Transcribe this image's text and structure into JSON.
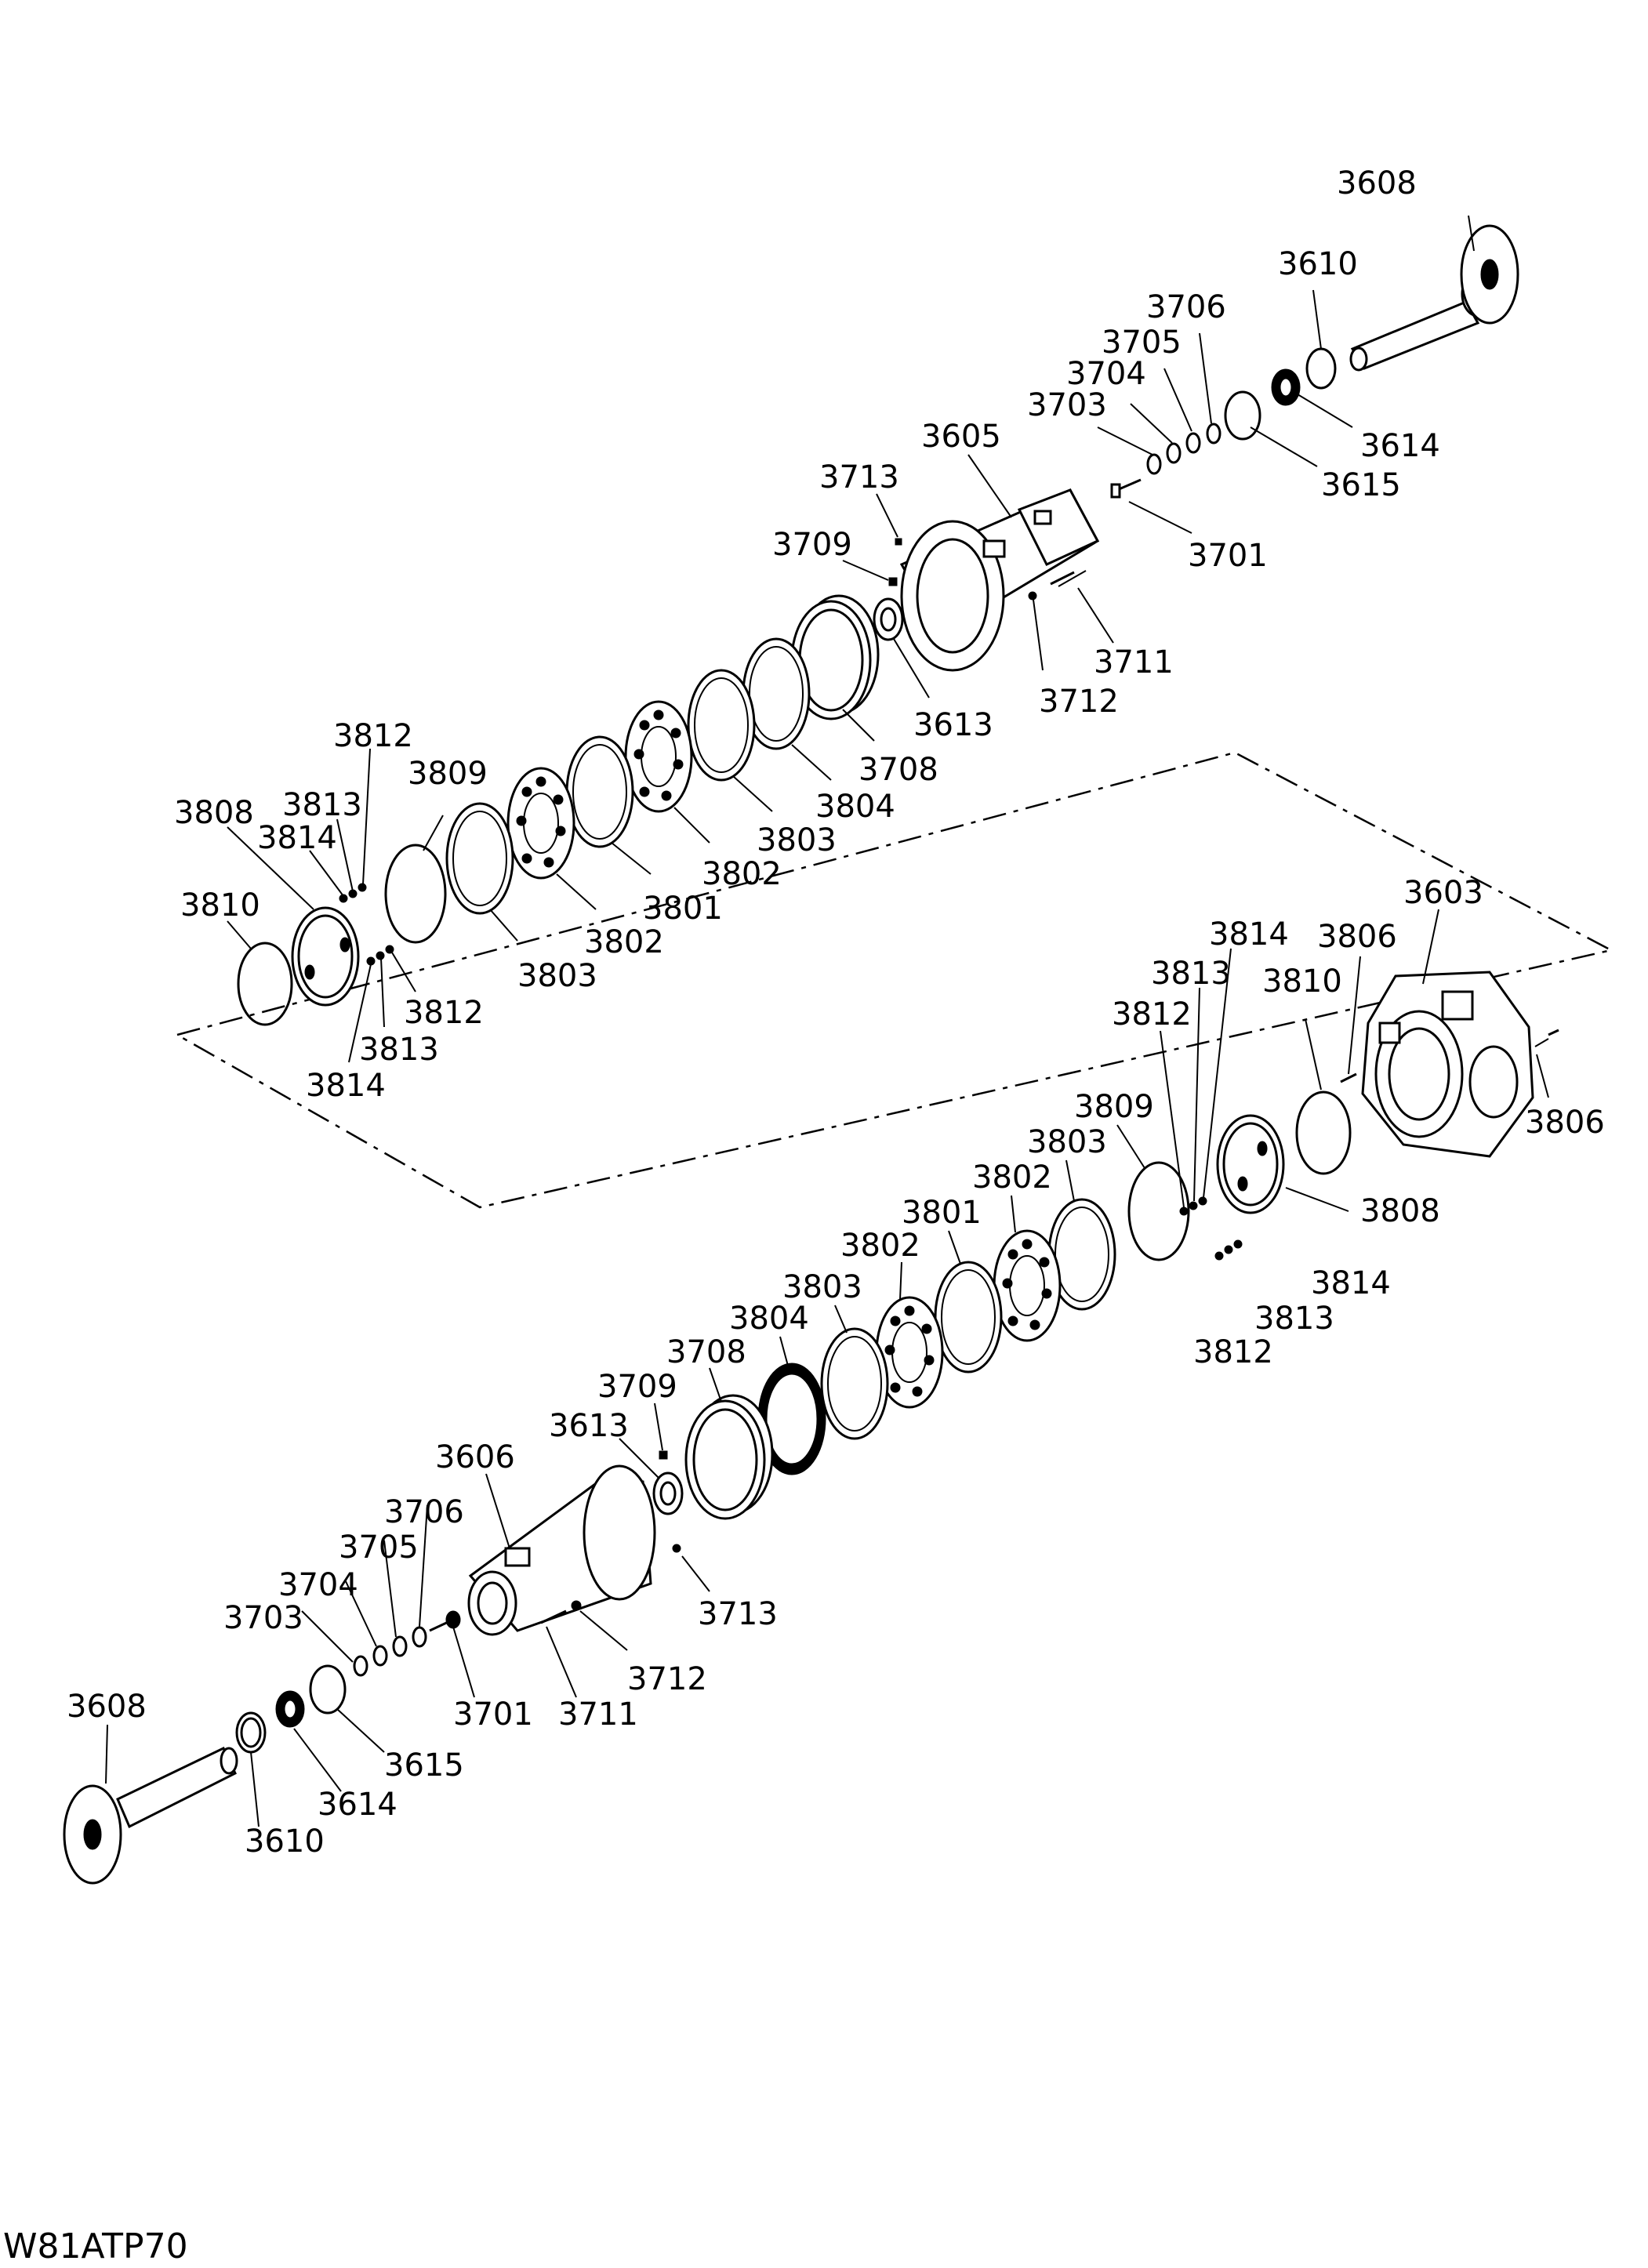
{
  "drawing_code": "W81ATP70",
  "upper_assembly_labels": {
    "p3608": "3608",
    "p3610": "3610",
    "p3706": "3706",
    "p3705": "3705",
    "p3704": "3704",
    "p3703": "3703",
    "p3614": "3614",
    "p3615": "3615",
    "p3605": "3605",
    "p3713": "3713",
    "p3701": "3701",
    "p3709": "3709",
    "p3711": "3711",
    "p3712": "3712",
    "p3613": "3613",
    "p3708": "3708",
    "p3804": "3804",
    "p3803a": "3803",
    "p3802a": "3802",
    "p3801": "3801",
    "p3802b": "3802",
    "p3803b": "3803",
    "p3809": "3809",
    "p3812a": "3812",
    "p3813a": "3813",
    "p3808": "3808",
    "p3814a": "3814",
    "p3810": "3810",
    "p3812b": "3812",
    "p3813b": "3813",
    "p3814b": "3814"
  },
  "lower_assembly_labels": {
    "p3603": "3603",
    "p3806a": "3806",
    "p3814a": "3814",
    "p3813a": "3813",
    "p3810": "3810",
    "p3812a": "3812",
    "p3806b": "3806",
    "p3809": "3809",
    "p3808": "3808",
    "p3803a": "3803",
    "p3802a": "3802",
    "p3801": "3801",
    "p3814b": "3814",
    "p3802b": "3802",
    "p3813b": "3813",
    "p3803b": "3803",
    "p3812b": "3812",
    "p3804": "3804",
    "p3708": "3708",
    "p3709": "3709",
    "p3613": "3613",
    "p3606": "3606",
    "p3706": "3706",
    "p3705": "3705",
    "p3713": "3713",
    "p3704": "3704",
    "p3703": "3703",
    "p3712": "3712",
    "p3701": "3701",
    "p3711": "3711",
    "p3608": "3608",
    "p3615": "3615",
    "p3614": "3614",
    "p3610": "3610"
  }
}
